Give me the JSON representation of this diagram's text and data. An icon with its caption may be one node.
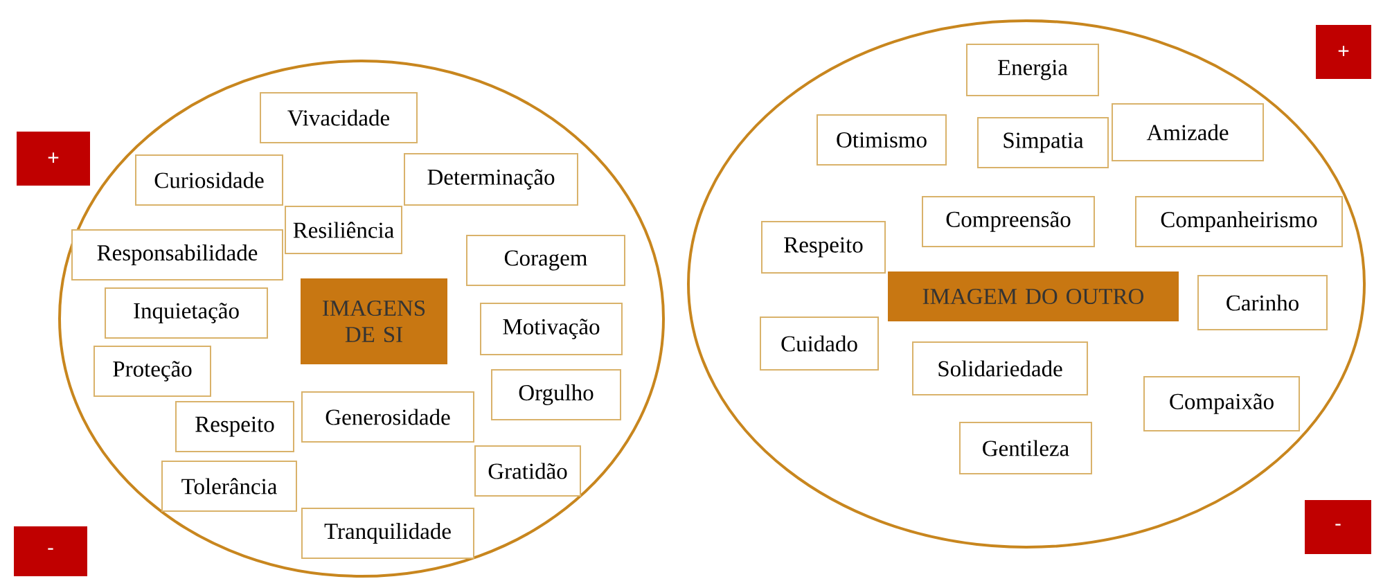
{
  "diagram": {
    "nodes": [
      {
        "text": [
          "+"
        ]
      },
      {
        "text": [],
        "shape": "ellipse"
      },
      {
        "text": [
          "Vivacidade"
        ],
        "in": 1
      },
      {
        "text": [
          "Curiosidade"
        ],
        "in": 1
      },
      {
        "text": [
          "Determinação"
        ],
        "in": 1
      },
      {
        "text": [
          "Resiliência"
        ],
        "in": 1
      },
      {
        "text": [
          "Responsabilidade"
        ],
        "in": 1
      },
      {
        "text": [
          "Coragem"
        ],
        "in": 1
      },
      {
        "text": [
          "IMAGENS DE SI"
        ],
        "in": 1
      },
      {
        "text": [
          "Inquietação"
        ],
        "in": 1
      },
      {
        "text": [
          "Motivação"
        ],
        "in": 1
      },
      {
        "text": [
          "Proteção"
        ],
        "in": 1
      },
      {
        "text": [
          "Orgulho"
        ],
        "in": 1
      },
      {
        "text": [
          "Respeito"
        ],
        "in": 1
      },
      {
        "text": [
          "Generosidade"
        ],
        "in": 1
      },
      {
        "text": [
          "Gratidão"
        ],
        "in": 1
      },
      {
        "text": [
          "Tolerância"
        ],
        "in": 1
      },
      {
        "text": [
          "Tranquilidade"
        ],
        "in": 1
      },
      {
        "text": [
          "-"
        ]
      },
      {
        "text": [],
        "shape": "ellipse"
      },
      {
        "text": [
          "Energia"
        ],
        "in": 19
      },
      {
        "text": [
          "Otimismo"
        ],
        "in": 19
      },
      {
        "text": [
          "Simpatia"
        ],
        "in": 19
      },
      {
        "text": [
          "Amizade"
        ],
        "in": 19
      },
      {
        "text": [
          "Compreensão"
        ],
        "in": 19
      },
      {
        "text": [
          "Companheirismo"
        ],
        "in": 19
      },
      {
        "text": [
          "Respeito"
        ],
        "in": 19
      },
      {
        "text": [
          "IMAGEM DO OUTRO"
        ],
        "in": 19
      },
      {
        "text": [
          "Carinho"
        ],
        "in": 19
      },
      {
        "text": [
          "Cuidado"
        ],
        "in": 19
      },
      {
        "text": [
          "Solidariedade"
        ],
        "in": 19
      },
      {
        "text": [
          "Compaixão"
        ],
        "in": 19
      },
      {
        "text": [
          "Gentileza"
        ],
        "in": 19
      },
      {
        "text": [
          "+"
        ]
      },
      {
        "text": [
          "-"
        ]
      }
    ]
  }
}
